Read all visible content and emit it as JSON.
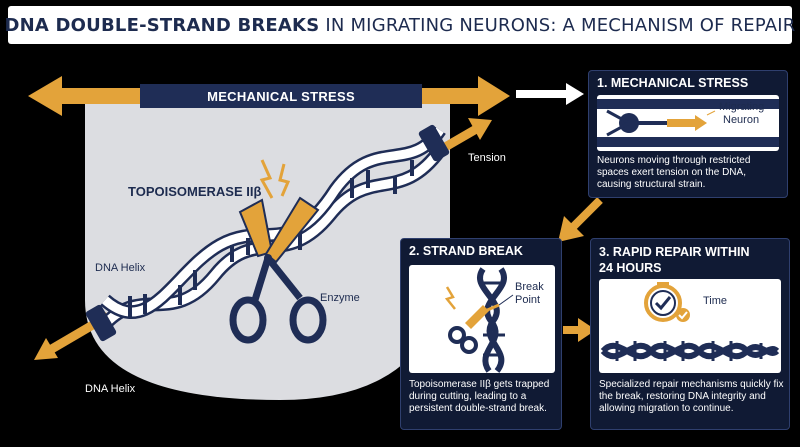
{
  "title": {
    "bold": "DNA DOUBLE-STRAND BREAKS",
    "light": "IN MIGRATING NEURONS: A MECHANISM OF REPAIR"
  },
  "main": {
    "stress_banner": "MECHANICAL STRESS",
    "labels": {
      "tension": "Tension",
      "topoisomerase": "TOPOISOMERASE IIβ",
      "dna_helix_top": "DNA Helix",
      "dna_helix_bottom": "DNA Helix",
      "enzyme": "Enzyme"
    }
  },
  "panels": [
    {
      "title": "1. MECHANICAL STRESS",
      "inner_label_1": "Migrating",
      "inner_label_2": "Neuron",
      "description": "Neurons moving through restricted spaces exert tension on the DNA, causing structural strain."
    },
    {
      "title": "2. STRAND BREAK",
      "inner_label_1": "Break",
      "inner_label_2": "Point",
      "description": "Topoisomerase IIβ gets trapped during cutting, leading to a persistent double-strand break."
    },
    {
      "title_line1": "3. RAPID REPAIR WITHIN",
      "title_line2": "24 HOURS",
      "inner_label_1": "Time",
      "description": "Specialized repair mechanisms quickly fix the break, restoring DNA integrity and allowing migration to continue."
    }
  ],
  "colors": {
    "navy": "#1f2d56",
    "orange": "#e3a33a",
    "panel_bg": "#101a34",
    "cell_bg": "#dcdde1"
  }
}
